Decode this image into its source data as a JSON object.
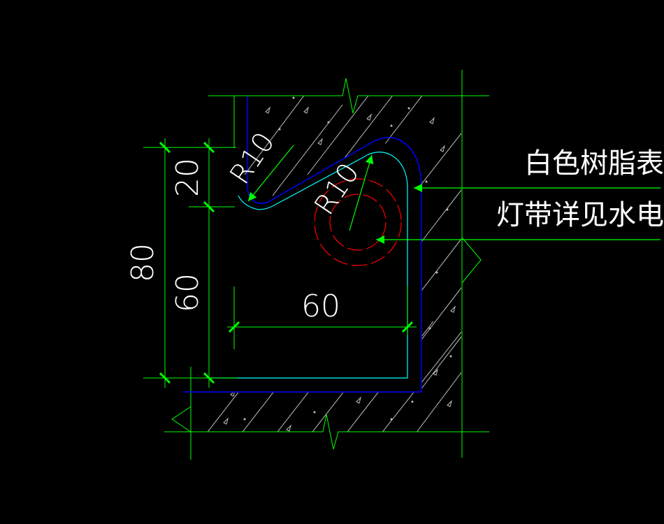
{
  "colors": {
    "background": "#000000",
    "dimension": "#00ff00",
    "concrete": "#ffffff",
    "hatch": "#bfbfbf",
    "outer_profile": "#0000ff",
    "inner_profile": "#00ffff",
    "light_strip": "#ff0000",
    "text": "#ffffff"
  },
  "labels": {
    "resin_surface": "白色树脂表层",
    "light_strip_note": "灯带详见水电图"
  },
  "dimensions": {
    "overall_height": "80",
    "upper_height": "20",
    "lower_height": "60",
    "inner_width": "60",
    "radius_left": "R10",
    "radius_right": "R10"
  }
}
